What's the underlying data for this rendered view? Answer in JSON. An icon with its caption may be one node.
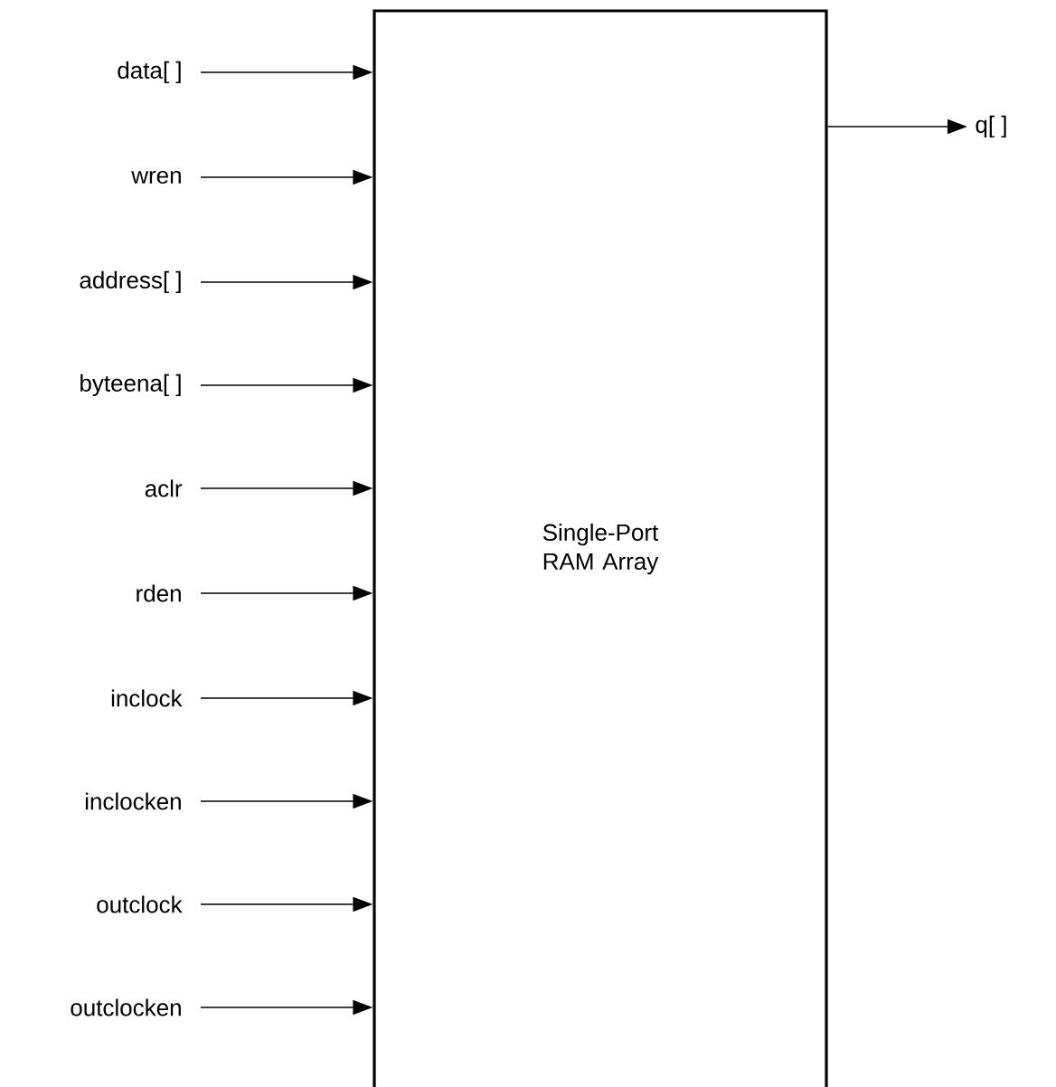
{
  "diagram": {
    "nodes": [
      {
        "text": [
          "Single-Port RAM Array"
        ]
      },
      {
        "text": [
          "data[ ]"
        ]
      },
      {
        "text": [
          "wren"
        ]
      },
      {
        "text": [
          "address[ ]"
        ]
      },
      {
        "text": [
          "byteena[ ]"
        ]
      },
      {
        "text": [
          "aclr"
        ]
      },
      {
        "text": [
          "rden"
        ]
      },
      {
        "text": [
          "inclock"
        ]
      },
      {
        "text": [
          "inclocken"
        ]
      },
      {
        "text": [
          "outclock"
        ]
      },
      {
        "text": [
          "outclocken"
        ]
      },
      {
        "text": [
          "q[ ]"
        ]
      }
    ],
    "edges": [
      {
        "from": 1,
        "to": 0,
        "arrow": "to"
      },
      {
        "from": 2,
        "to": 0,
        "arrow": "to"
      },
      {
        "from": 3,
        "to": 0,
        "arrow": "to"
      },
      {
        "from": 4,
        "to": 0,
        "arrow": "to"
      },
      {
        "from": 5,
        "to": 0,
        "arrow": "to"
      },
      {
        "from": 6,
        "to": 0,
        "arrow": "to"
      },
      {
        "from": 7,
        "to": 0,
        "arrow": "to"
      },
      {
        "from": 8,
        "to": 0,
        "arrow": "to"
      },
      {
        "from": 9,
        "to": 0,
        "arrow": "to"
      },
      {
        "from": 10,
        "to": 0,
        "arrow": "to"
      },
      {
        "from": 0,
        "to": 11,
        "arrow": "to"
      }
    ]
  }
}
